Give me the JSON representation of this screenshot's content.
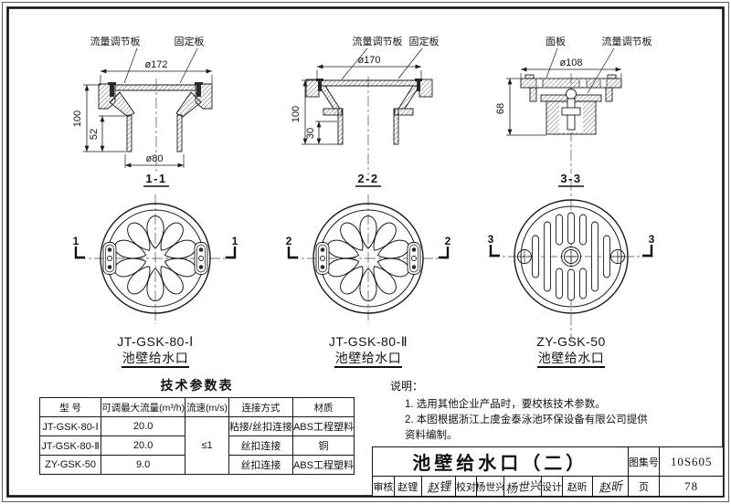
{
  "colors": {
    "ink": "#1a1a1a",
    "paper": "#ffffff"
  },
  "sections": [
    {
      "caption": "1-1",
      "labels": {
        "plate": "流量调节板",
        "fixed": "固定板"
      },
      "dims": {
        "top_diameter": "ø172",
        "height": "100",
        "lower_height": "52",
        "pipe_diameter": "ø80"
      }
    },
    {
      "caption": "2-2",
      "labels": {
        "plate": "流量调节板",
        "fixed": "固定板"
      },
      "dims": {
        "top_diameter": "ø170",
        "height": "100",
        "lower_height": "30"
      }
    },
    {
      "caption": "3-3",
      "labels": {
        "panel": "面板",
        "plate": "流量调节板"
      },
      "dims": {
        "top_diameter": "ø108",
        "height": "68"
      }
    }
  ],
  "plans": [
    {
      "model": "JT-GSK-80-Ⅰ",
      "name": "池壁给水口",
      "marker": "1"
    },
    {
      "model": "JT-GSK-80-Ⅱ",
      "name": "池壁给水口",
      "marker": "2"
    },
    {
      "model": "ZY-GSK-50",
      "name": "池壁给水口",
      "marker": "3"
    }
  ],
  "table": {
    "title": "技术参数表",
    "headers": [
      "型  号",
      "可调最大流量(m³/h)",
      "流速(m/s)",
      "连接方式",
      "材质"
    ],
    "velocity": "≤1",
    "rows": [
      {
        "model": "JT-GSK-80-Ⅰ",
        "flow": "20.0",
        "connection": "粘接/丝扣连接",
        "material": "ABS工程塑料"
      },
      {
        "model": "JT-GSK-80-Ⅱ",
        "flow": "20.0",
        "connection": "丝扣连接",
        "material": "铜"
      },
      {
        "model": "ZY-GSK-50",
        "flow": "9.0",
        "connection": "丝扣连接",
        "material": "ABS工程塑料"
      }
    ]
  },
  "notes": {
    "title": "说明：",
    "items": [
      "1. 选用其他企业产品时，要校核技术参数。",
      "2. 本图根据浙江上虞金泰泳池环保设备有限公司提供资料编制。"
    ]
  },
  "title_block": {
    "title": "池壁给水口（二）",
    "atlas_label": "图集号",
    "atlas_number": "10S605",
    "page_label": "页",
    "page_number": "78",
    "reviewer_label": "审核",
    "reviewer_name": "赵锂",
    "reviewer_signature": "赵锂",
    "checker_label": "校对",
    "checker_name": "杨世兴",
    "checker_signature": "杨世兴",
    "designer_label": "设计",
    "designer_name": "赵昕",
    "designer_signature": "赵昕"
  }
}
